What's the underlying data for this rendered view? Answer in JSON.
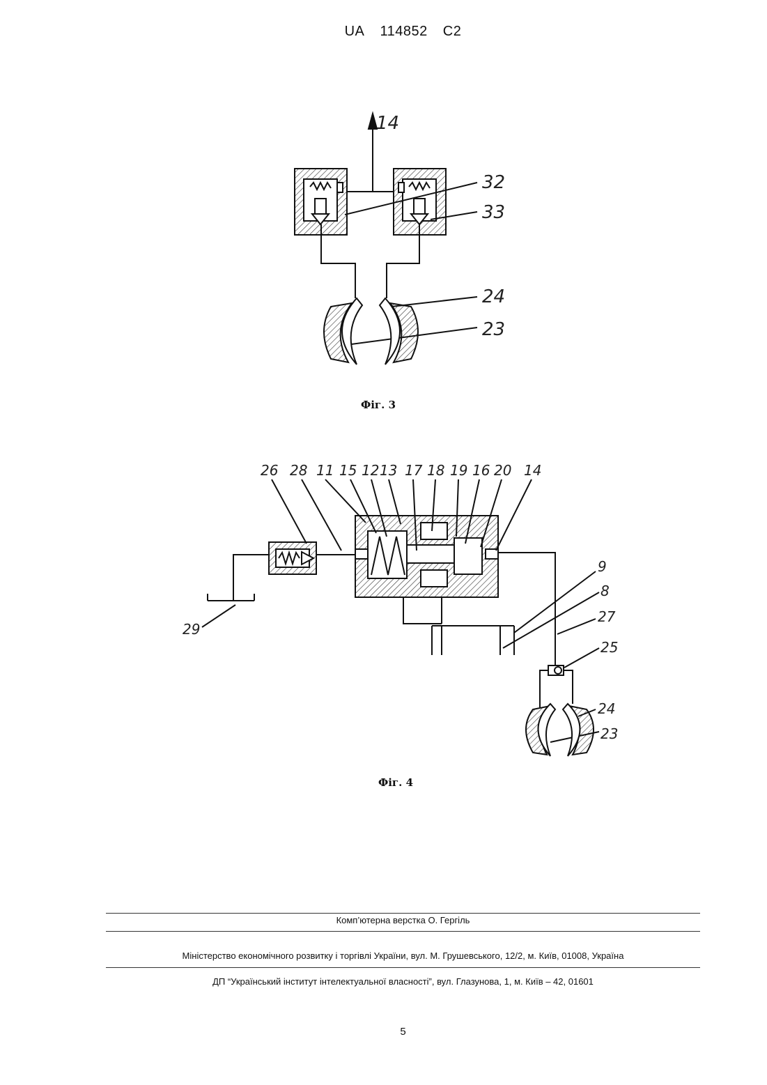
{
  "header": {
    "country": "UA",
    "number": "114852",
    "kind": "C2"
  },
  "fig3": {
    "caption": "Фіг. 3",
    "labels": {
      "l14": "14",
      "l32": "32",
      "l33": "33",
      "l24": "24",
      "l23": "23"
    }
  },
  "fig4": {
    "caption": "Фіг. 4",
    "top_labels": [
      "26",
      "28",
      "11",
      "15",
      "12",
      "13",
      "17",
      "18",
      "19",
      "16",
      "20",
      "14"
    ],
    "labels": {
      "l9": "9",
      "l8": "8",
      "l27": "27",
      "l25": "25",
      "l24": "24",
      "l23": "23",
      "l29": "29"
    }
  },
  "footer": {
    "layout": "Комп’ютерна верстка  О. Гергіль",
    "ministry": "Міністерство економічного розвитку і торгівлі України, вул. М. Грушевського, 12/2, м. Київ, 01008, Україна",
    "institute": "ДП “Український інститут інтелектуальної власності”, вул. Глазунова, 1, м. Київ – 42, 01601"
  },
  "page_number": "5"
}
